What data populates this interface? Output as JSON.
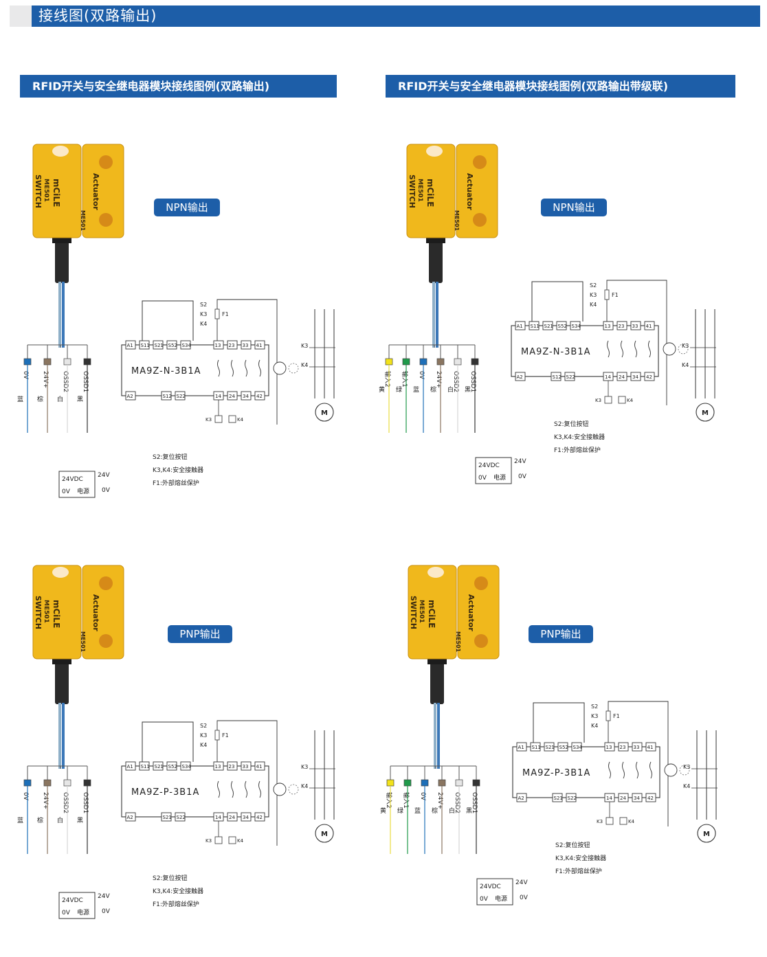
{
  "header": {
    "title": "接线图(双路输出)"
  },
  "sections": [
    {
      "title": "RFID开关与安全继电器模块接线图例(双路输出)"
    },
    {
      "title": "RFID开关与安全继电器模块接线图例(双路输出带级联)"
    }
  ],
  "switch": {
    "brand": "mCiLE",
    "model": "ME501",
    "type": "SWITCH",
    "actuator": "Actuator",
    "side_model": "ME501"
  },
  "diagrams": [
    {
      "output_mode": "NPN输出",
      "relay_model": "MA9Z-N-3B1A",
      "cascade": false
    },
    {
      "output_mode": "NPN输出",
      "relay_model": "MA9Z-N-3B1A",
      "cascade": true
    },
    {
      "output_mode": "PNP输出",
      "relay_model": "MA9Z-P-3B1A",
      "cascade": false
    },
    {
      "output_mode": "PNP输出",
      "relay_model": "MA9Z-P-3B1A",
      "cascade": true
    }
  ],
  "wires_basic": [
    {
      "signal": "0V",
      "color_name": "蓝",
      "color": "#1d6fb8"
    },
    {
      "signal": "24V+",
      "color_name": "棕",
      "color": "#8a7560"
    },
    {
      "signal": "OSSD2",
      "color_name": "白",
      "color": "#e6e6e6"
    },
    {
      "signal": "OSSD1",
      "color_name": "黑",
      "color": "#333333"
    }
  ],
  "wires_cascade": [
    {
      "signal": "输入2",
      "color_name": "黄",
      "color": "#f2e21a"
    },
    {
      "signal": "输入1",
      "color_name": "绿",
      "color": "#1f9a4a"
    },
    {
      "signal": "0V",
      "color_name": "蓝",
      "color": "#1d6fb8"
    },
    {
      "signal": "24V+",
      "color_name": "棕",
      "color": "#8a7560"
    },
    {
      "signal": "OSSD2",
      "color_name": "白",
      "color": "#e6e6e6"
    },
    {
      "signal": "OSSD1",
      "color_name": "黑",
      "color": "#333333"
    }
  ],
  "terminals": {
    "top_left": [
      "A1",
      "S11",
      "S21",
      "S52",
      "S34"
    ],
    "top_right": [
      "13",
      "23",
      "33",
      "41"
    ],
    "bottom_left_npn": [
      "A2",
      "S12",
      "S22"
    ],
    "bottom_left_pnp": [
      "A2",
      "S21",
      "S22"
    ],
    "bottom_right": [
      "14",
      "24",
      "34",
      "42"
    ]
  },
  "relay_labels": {
    "s2": "S2",
    "k3": "K3",
    "k4": "K4",
    "f1": "F1",
    "motor": "M"
  },
  "power": {
    "supply": "24VDC",
    "zero": "0V",
    "name": "电源",
    "v24": "24V",
    "v0": "0V"
  },
  "legend": [
    "S2:复位按钮",
    "K3,K4:安全接触器",
    "F1:外部熔丝保护"
  ],
  "colors": {
    "brand_blue": "#1d5ea8",
    "switch_yellow": "#f0b81c",
    "wire_blue": "#1d6fb8",
    "wire_yellow": "#e8dc40",
    "wire_green": "#1f9a4a"
  }
}
